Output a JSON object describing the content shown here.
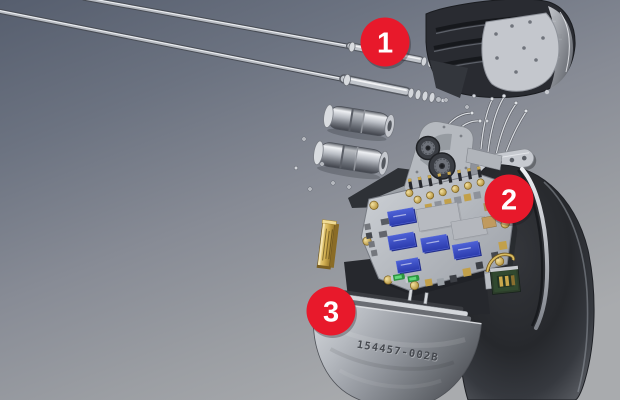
{
  "scene": {
    "subject": "Exploded 3D render of implantable pulse generator (pacemaker) with numbered callouts",
    "serial_number": "154457-002B",
    "callouts": [
      {
        "number": "1"
      },
      {
        "number": "2"
      },
      {
        "number": "3"
      }
    ],
    "colors": {
      "callout_badge": "#e8192b",
      "callout_text": "#ffffff",
      "background_top": "#565e6e",
      "background_bottom": "#a9abae",
      "can_body": "#26282c",
      "battery_steel": "#9fa3aa",
      "pcb_board": "#b8bcc2",
      "chip_blue": "#3a4cc0",
      "accent_gold": "#c9a84c"
    }
  }
}
